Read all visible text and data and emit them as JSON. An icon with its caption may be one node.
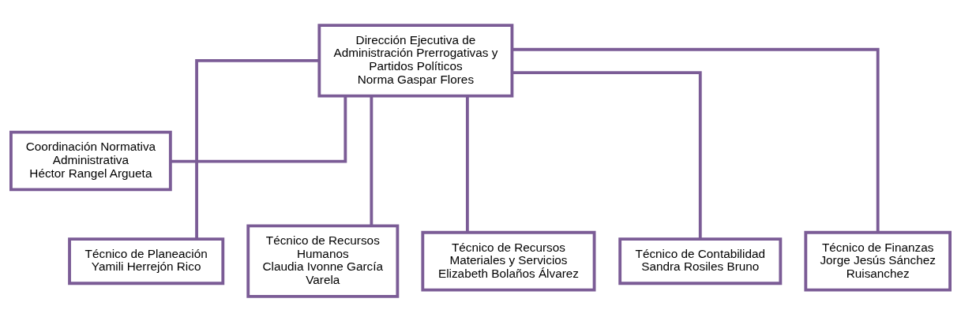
{
  "diagram": {
    "nodes": [
      {
        "text": [
          "Dirección Ejecutiva de Administración Prerrogativas y Partidos Políticos",
          "Norma Gaspar Flores"
        ]
      },
      {
        "text": [
          "Coordinación Normativa Administrativa",
          "Héctor Rangel Argueta"
        ]
      },
      {
        "text": [
          "Técnico de Planeación",
          "Yamili Herrejón Rico"
        ]
      },
      {
        "text": [
          "Técnico de Recursos Humanos",
          "Claudia Ivonne García Varela"
        ]
      },
      {
        "text": [
          "Técnico de Recursos Materiales y Servicios",
          "Elizabeth Bolaños Álvarez"
        ]
      },
      {
        "text": [
          "Técnico de Contabilidad",
          "Sandra Rosiles Bruno"
        ]
      },
      {
        "text": [
          "Técnico de Finanzas",
          "Jorge Jesús Sánchez Ruisanchez"
        ]
      }
    ],
    "edges": [
      {
        "from": 0,
        "to": 1,
        "arrow": "none"
      },
      {
        "from": 0,
        "to": 2,
        "arrow": "none"
      },
      {
        "from": 0,
        "to": 3,
        "arrow": "none"
      },
      {
        "from": 0,
        "to": 4,
        "arrow": "none"
      },
      {
        "from": 0,
        "to": 5,
        "arrow": "none"
      },
      {
        "from": 0,
        "to": 6,
        "arrow": "none"
      }
    ]
  }
}
